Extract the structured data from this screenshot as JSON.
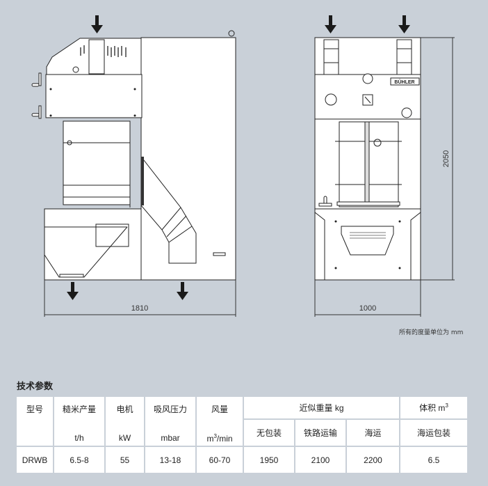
{
  "drawing": {
    "side_view": {
      "width_label": "1810"
    },
    "front_view": {
      "width_label": "1000",
      "height_label": "2050",
      "logo_text": "BÜHLER"
    },
    "units_note": "所有的度量单位为 mm",
    "colors": {
      "background": "#c9d0d8",
      "machine_fill": "#ffffff",
      "line": "#222222",
      "arrow": "#1a1a1a"
    }
  },
  "specs": {
    "title": "技术参数",
    "headers": {
      "model": "型号",
      "capacity": {
        "label": "糙米产量",
        "unit": "t/h"
      },
      "motor": {
        "label": "电机",
        "unit": "kW"
      },
      "suction": {
        "label": "吸风压力",
        "unit": "mbar"
      },
      "airflow": {
        "label": "风量",
        "unit_base": "m",
        "unit_sup": "3",
        "unit_tail": "/min"
      },
      "weight": {
        "label": "近似重量 kg",
        "sub": [
          "无包装",
          "铁路运输",
          "海运"
        ]
      },
      "volume": {
        "label_base": "体积 m",
        "label_sup": "3",
        "sub": "海运包装"
      }
    },
    "rows": [
      {
        "model": "DRWB",
        "capacity": "6.5-8",
        "motor": "55",
        "suction": "13-18",
        "airflow": "60-70",
        "weight_none": "1950",
        "weight_rail": "2100",
        "weight_sea": "2200",
        "volume_sea": "6.5"
      }
    ]
  }
}
